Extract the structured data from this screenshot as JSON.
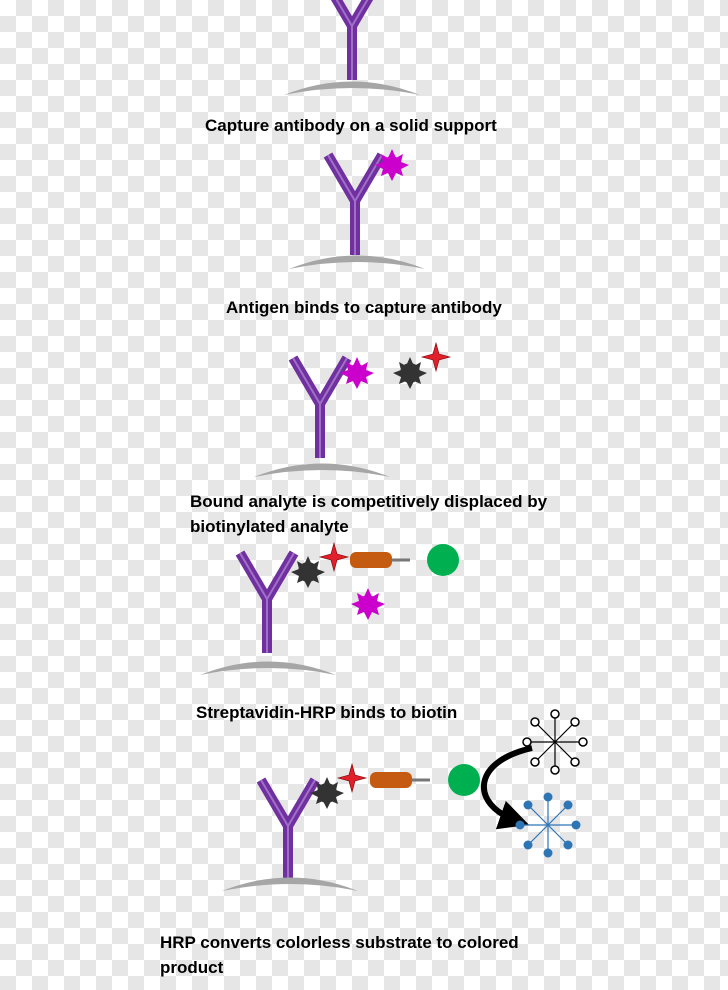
{
  "steps": [
    {
      "caption": "Capture antibody on a solid support"
    },
    {
      "caption": "Antigen binds to capture antibody"
    },
    {
      "caption": "Bound analyte is competitively displaced by biotinylated analyte"
    },
    {
      "caption": "Streptavidin-HRP binds to biotin"
    },
    {
      "caption": "HRP converts colorless substrate to colored product"
    }
  ],
  "colors": {
    "antibody": "#7030a0",
    "antigen": "#cc00cc",
    "biotinylated_analyte": "#333333",
    "biotin": "#e0202a",
    "streptavidin": "#c55a11",
    "hrp": "#00b050",
    "solid_support": "#a6a6a6",
    "substrate": "#000000",
    "product": "#2e75b6"
  }
}
